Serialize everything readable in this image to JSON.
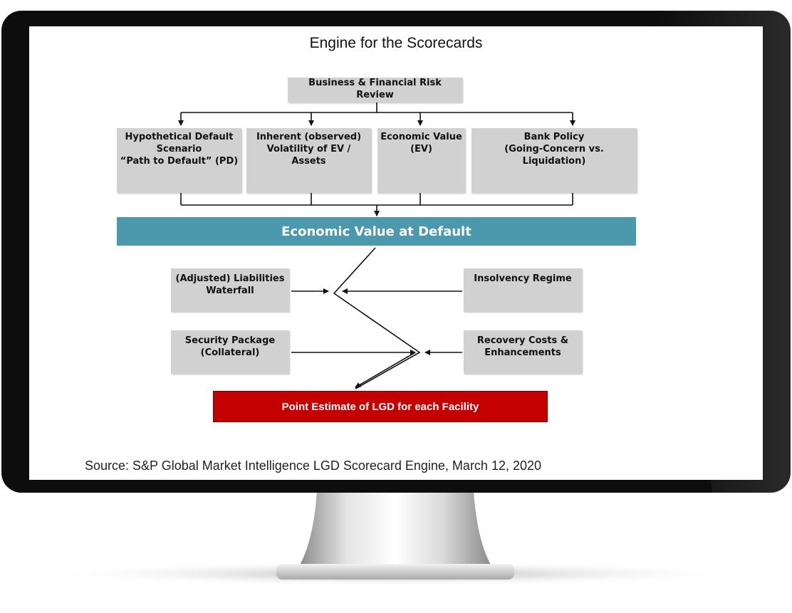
{
  "title": "Engine for the Scorecards",
  "top_box": "Business & Financial Risk Review",
  "boxes": [
    "Hypothetical Default\nScenario\n“Path to Default” (PD)",
    "Inherent (observed)\nVolatility of EV / Assets",
    "Economic Value\n(EV)",
    "Bank Policy\n(Going-Concern vs. Liquidation)"
  ],
  "band": "Economic Value at Default",
  "left_inputs": [
    "(Adjusted) Liabilities\nWaterfall",
    "Security Package\n(Collateral)"
  ],
  "right_inputs": [
    "Insolvency Regime",
    "Recovery Costs &\nEnhancements"
  ],
  "result": "Point Estimate of LGD for each Facility",
  "source": "Source: S&P Global Market Intelligence LGD Scorecard Engine, March 12, 2020",
  "colors": {
    "band": "#4c98ad",
    "result": "#c50000",
    "box": "#d1d1d1",
    "bezel": "#0d0d0d"
  }
}
